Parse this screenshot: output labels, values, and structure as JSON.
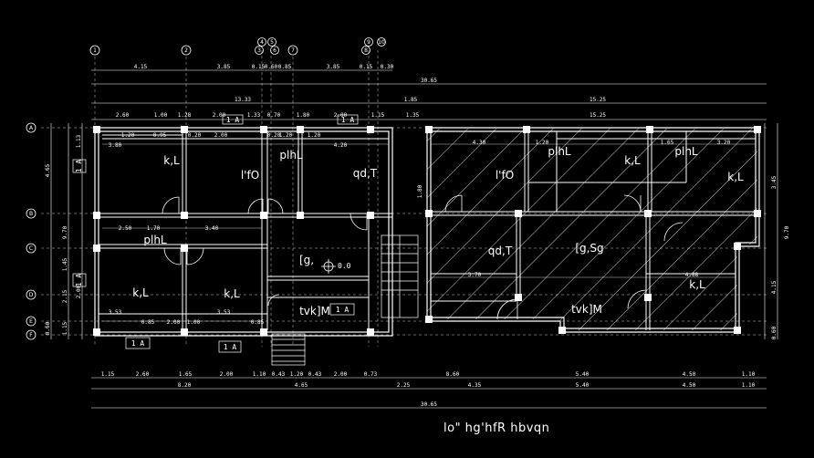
{
  "caption": "lo\" hg'hfR hbvqn",
  "colors": {
    "background": "#000000",
    "wall": "#ffffff",
    "hatch": "#ffffff",
    "dim_line": "#ffffff"
  },
  "grid_top": [
    "1",
    "2",
    "3",
    "4",
    "5",
    "6",
    "7",
    "8",
    "9",
    "10"
  ],
  "grid_left": [
    "A",
    "B",
    "C",
    "D",
    "E",
    "F"
  ],
  "top_dims_row1": [
    "4.15",
    "3.85",
    "0.15",
    "0.60",
    "0.85",
    "3.85",
    "0.15",
    "0.30"
  ],
  "top_overall": "30.65",
  "top_dims_row2": [
    "13.33",
    "1.85",
    "15.25"
  ],
  "top_dims_row3": [
    "2.60",
    "1.00",
    "1.28",
    "2.00",
    "1.33",
    "0.70",
    "1.80",
    "2.00",
    "1.15",
    "1.35",
    "15.25"
  ],
  "rooms": [
    "k,L",
    "l'fO",
    "plhL",
    "qd,T",
    "l'fO",
    "plhL",
    "k,L",
    "plhL",
    "k,L",
    "plhL",
    "[g,",
    "qd,T",
    "[g,Sg",
    "k,L",
    "k,L",
    "tvk]M",
    "tvk]M",
    "k,L"
  ],
  "section_marks": [
    "1 A",
    "1 A",
    "1 A",
    "1 A",
    "1 A",
    "1 A",
    "1 A"
  ],
  "level_mark": "0.0",
  "left_dims": [
    "4.65",
    "9.70",
    "1.45",
    "2.15",
    "1.13",
    "0.60",
    "1.15",
    "2.00"
  ],
  "right_dims": [
    "3.45",
    "9.70",
    "4.15",
    "0.60"
  ],
  "bottom_dims_row1": [
    "1.15",
    "2.60",
    "1.65",
    "2.00",
    "1.10",
    "0.43",
    "1.20",
    "0.43",
    "2.00",
    "0.73",
    "8.60",
    "5.40",
    "4.50",
    "1.10"
  ],
  "bottom_dims_row2": [
    "8.20",
    "4.65",
    "2.25",
    "4.35",
    "5.40",
    "4.50",
    "1.10"
  ],
  "bottom_overall": "30.65",
  "inner_dims": [
    "3.80",
    "0.95",
    "1.20",
    "0.20",
    "2.00",
    "1.20",
    "0.20",
    "1.20",
    "4.20",
    "2.50",
    "1.70",
    "3.40",
    "2.00",
    "3.53",
    "0.85",
    "1.00",
    "3.53",
    "0.85",
    "4.30",
    "1.20",
    "1.65",
    "3.20",
    "3.70",
    "4.88",
    "1.80"
  ]
}
